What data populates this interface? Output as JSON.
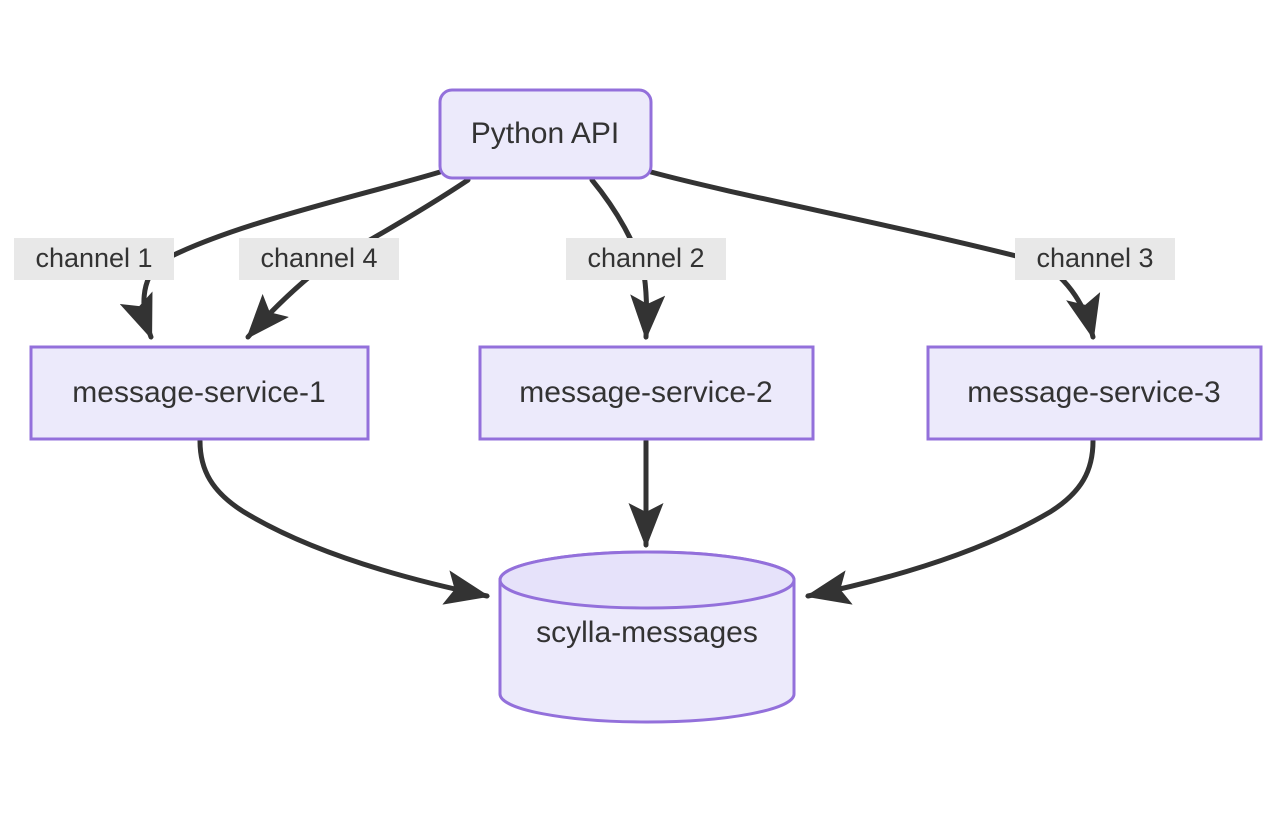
{
  "diagram": {
    "type": "flowchart",
    "direction": "top-down",
    "background_color": "#ffffff",
    "node_fill_color": "#ECEAFB",
    "node_border_color": "#9370DB",
    "edge_color": "#333333",
    "edge_label_bg_color": "#E8E8E8",
    "text_color": "#333333",
    "nodes": [
      {
        "id": "python-api",
        "label": "Python API",
        "shape": "rounded-rectangle"
      },
      {
        "id": "message-service-1",
        "label": "message-service-1",
        "shape": "rectangle"
      },
      {
        "id": "message-service-2",
        "label": "message-service-2",
        "shape": "rectangle"
      },
      {
        "id": "message-service-3",
        "label": "message-service-3",
        "shape": "rectangle"
      },
      {
        "id": "scylla-messages",
        "label": "scylla-messages",
        "shape": "cylinder"
      }
    ],
    "edges": [
      {
        "from": "python-api",
        "to": "message-service-1",
        "label": "channel 1",
        "arrow": true
      },
      {
        "from": "python-api",
        "to": "message-service-1",
        "label": "channel 4",
        "arrow": true
      },
      {
        "from": "python-api",
        "to": "message-service-2",
        "label": "channel 2",
        "arrow": true
      },
      {
        "from": "python-api",
        "to": "message-service-3",
        "label": "channel 3",
        "arrow": true
      },
      {
        "from": "message-service-1",
        "to": "scylla-messages",
        "label": "",
        "arrow": true
      },
      {
        "from": "message-service-2",
        "to": "scylla-messages",
        "label": "",
        "arrow": true
      },
      {
        "from": "message-service-3",
        "to": "scylla-messages",
        "label": "",
        "arrow": true
      }
    ]
  }
}
